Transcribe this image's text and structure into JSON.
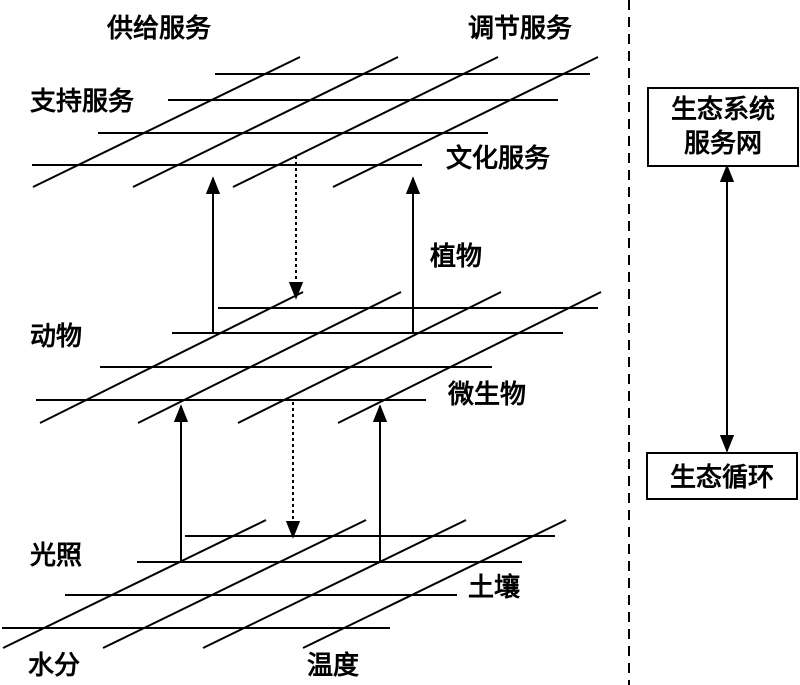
{
  "top_layer": {
    "supply_services": "供给服务",
    "regulating_services": "调节服务",
    "support_services": "支持服务",
    "cultural_services": "文化服务"
  },
  "middle_layer": {
    "plants": "植物",
    "animals": "动物",
    "microorganisms": "微生物"
  },
  "bottom_layer": {
    "light": "光照",
    "soil": "土壤",
    "water": "水分",
    "temperature": "温度"
  },
  "side_panel": {
    "network_line1": "生态系统",
    "network_line2": "服务网",
    "cycle": "生态循环"
  },
  "colors": {
    "line": "#000000",
    "background": "#ffffff"
  }
}
